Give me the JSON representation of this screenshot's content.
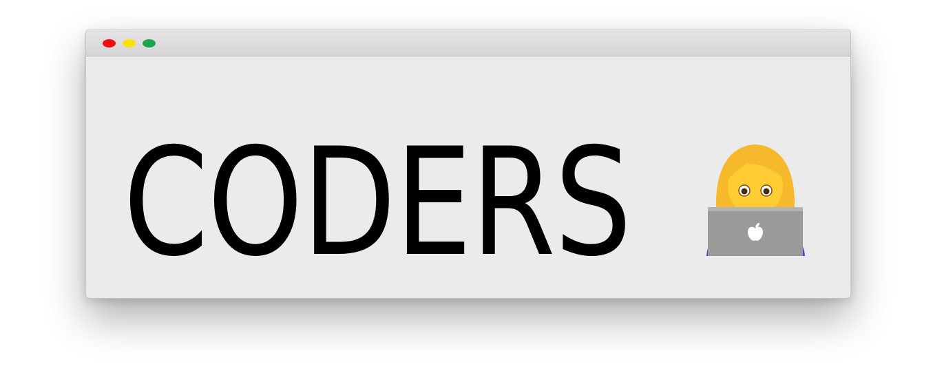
{
  "window": {
    "controls": [
      {
        "name": "close",
        "color": "#f20d0d"
      },
      {
        "name": "minimize",
        "color": "#fce000"
      },
      {
        "name": "zoom",
        "color": "#18a84a"
      }
    ]
  },
  "headline": "CODERS",
  "emoji": {
    "icon": "woman-technologist-emoji",
    "hair_color": "#f6b92b",
    "skin_color": "#ffcc33",
    "laptop_color": "#9a9a9a",
    "shirt_color": "#3a50c8"
  }
}
